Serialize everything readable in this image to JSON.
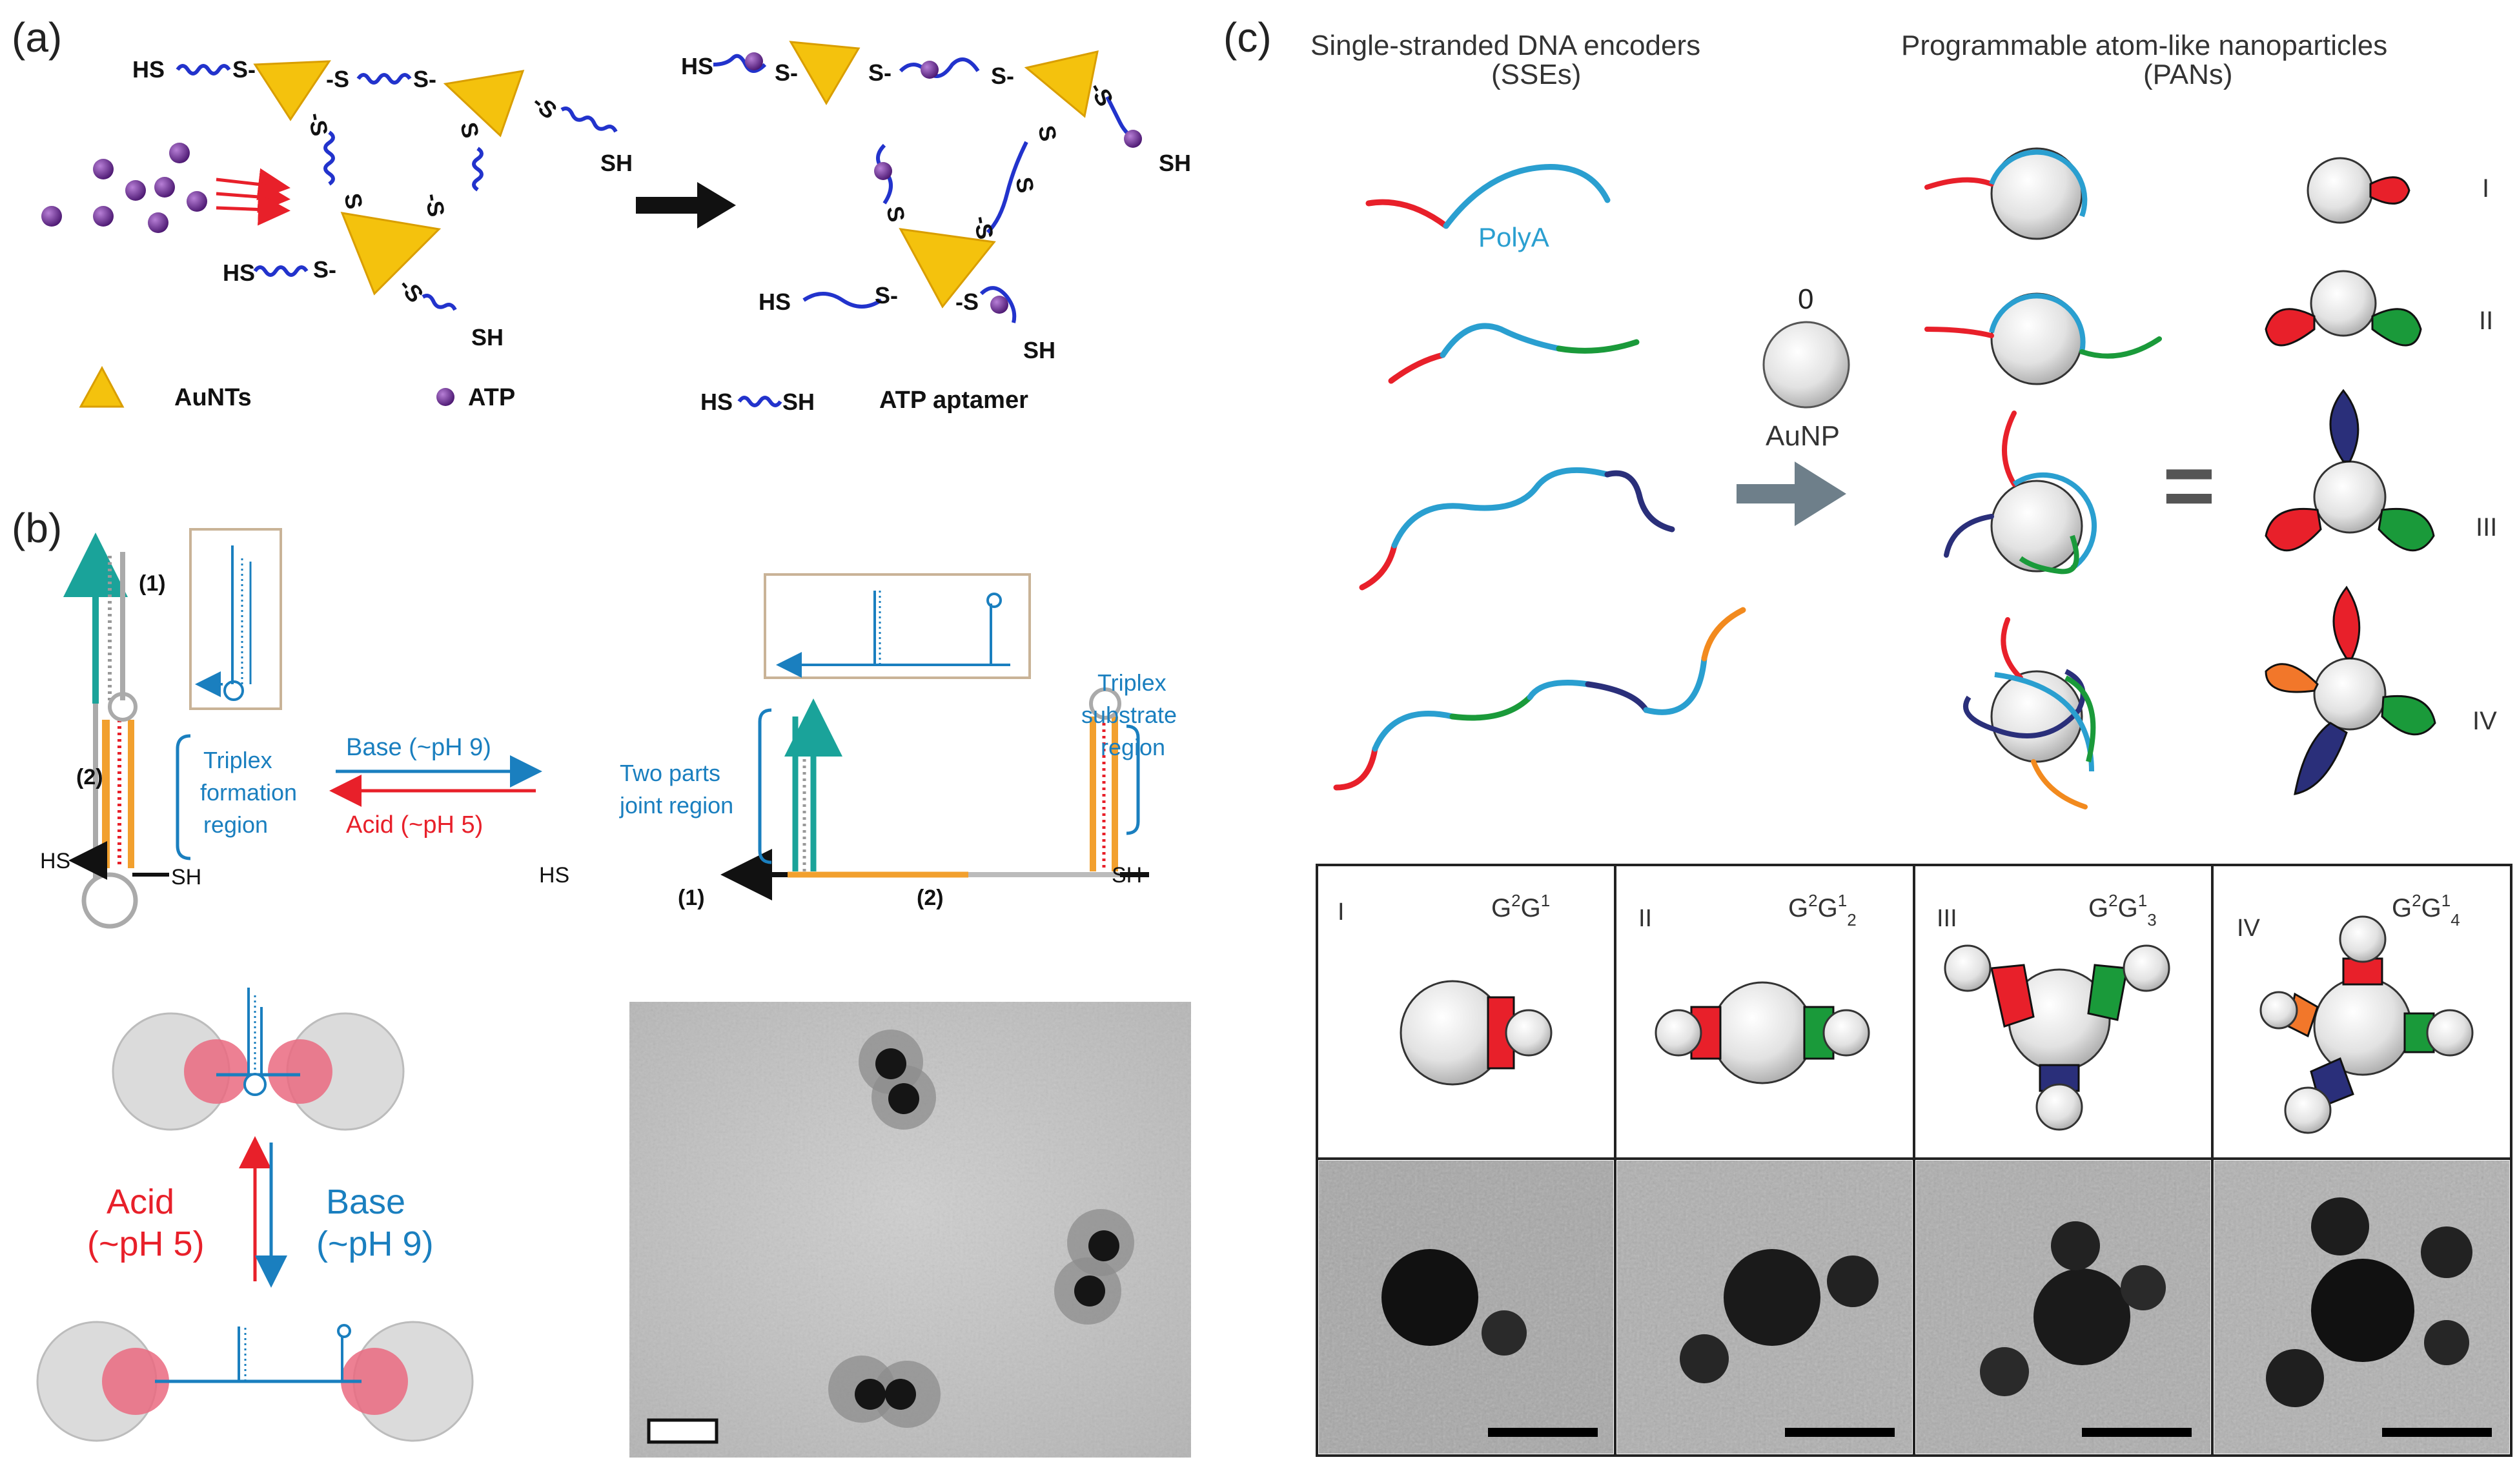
{
  "colors": {
    "red": "#e8202a",
    "cyan": "#2a9fd0",
    "green": "#1a9a3a",
    "navy": "#2a2f7a",
    "orange": "#f28a1e",
    "gold": "#f4c20d",
    "purple": "#6a2c8f",
    "wire": "#2233cc",
    "blue_text": "#1a7fbf",
    "teal": "#1aa39a",
    "arrow_grey": "#6e7f8a"
  },
  "panel_a": {
    "label": "(a)",
    "hs_tl": "HS",
    "s_tl": "S-",
    "s_t1": "-S",
    "s_t2": "S-",
    "s_m1": "-S",
    "s_m2": "S",
    "s_m3": "-S",
    "sh_r": "SH",
    "s_l1": "S",
    "s_l2": "-S",
    "hs_bl": "HS",
    "s_bl": "S-",
    "s_bl2": "-S",
    "sh_b": "SH",
    "r_hs_tl": "HS",
    "r_s1": "S-",
    "r_s2": "S-",
    "r_s3": "S-",
    "r_s4": "-S",
    "r_s5": "S",
    "r_sh": "SH",
    "r_s6": "S",
    "r_s7": "-S",
    "r_s8": "S",
    "r_hs_bl": "HS",
    "r_s9": "S-",
    "r_s10": "-S",
    "r_sh_b": "SH",
    "legend_nt": "AuNTs",
    "legend_atp": "ATP",
    "legend_hs": "HS",
    "legend_sh": "SH",
    "legend_aptamer": "ATP  aptamer"
  },
  "panel_b": {
    "label": "(b)",
    "num1": "(1)",
    "num2": "(2)",
    "triplex_formation": [
      "Triplex",
      "formation",
      "region"
    ],
    "base_label": "Base (~pH 9)",
    "acid_label": "Acid (~pH 5)",
    "hs_left": "HS",
    "sh_left": "SH",
    "two_parts": [
      "Two parts",
      "joint region"
    ],
    "triplex_substrate": [
      "Triplex",
      "substrate",
      "region"
    ],
    "hs_right": "HS",
    "sh_right": "SH",
    "num1b": "(1)",
    "num2b": "(2)",
    "acid_big": "Acid",
    "acid_ph": "(~pH 5)",
    "base_big": "Base",
    "base_ph": "(~pH 9)"
  },
  "panel_c": {
    "label": "(c)",
    "sse_title": "Single-stranded DNA encoders",
    "sse_sub": "(SSEs)",
    "pan_title": "Programmable atom-like nanoparticles",
    "pan_sub": "(PANs)",
    "polya": "PolyA",
    "zero": "0",
    "aunp": "AuNP",
    "equals": "=",
    "roman": [
      "I",
      "II",
      "III",
      "IV"
    ],
    "grid_numerals": [
      "I",
      "II",
      "III",
      "IV"
    ],
    "grid_formulas": [
      {
        "a": "G",
        "a_sup": "2",
        "b": "G",
        "b_sup": "1",
        "b_sub": ""
      },
      {
        "a": "G",
        "a_sup": "2",
        "b": "G",
        "b_sup": "1",
        "b_sub": "2"
      },
      {
        "a": "G",
        "a_sup": "2",
        "b": "G",
        "b_sup": "1",
        "b_sub": "3"
      },
      {
        "a": "G",
        "a_sup": "2",
        "b": "G",
        "b_sup": "1",
        "b_sub": "4"
      }
    ]
  }
}
